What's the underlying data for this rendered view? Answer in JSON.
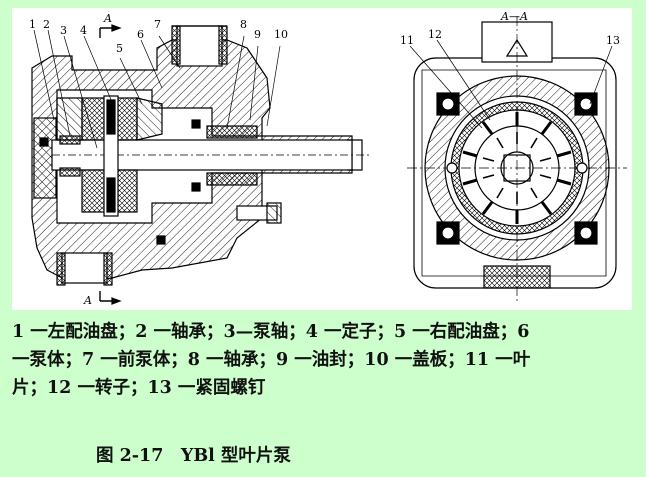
{
  "drawing": {
    "left_view_callouts": [
      "1",
      "2",
      "3",
      "4",
      "5",
      "6",
      "7",
      "8",
      "9",
      "10"
    ],
    "right_view_callouts": [
      "11",
      "12",
      "13"
    ],
    "section_marks": {
      "top_left": "A",
      "bottom_left": "A",
      "section_view_title": "A—A"
    }
  },
  "caption": {
    "line1": "1 一左配油盘；2 一轴承；3—泵轴；4 一定子；5 一右配油盘；6",
    "line2": "一泵体；7 一前泵体；8 一轴承；9 一油封；10 一盖板；11 一叶",
    "line3": "片；12 一转子；13 一紧固螺钉",
    "figure_title": "图 2-17　YBl 型叶片泵"
  },
  "colors": {
    "background": "#ccffcc",
    "drawing_bg": "#ffffff",
    "ink": "#000000"
  }
}
